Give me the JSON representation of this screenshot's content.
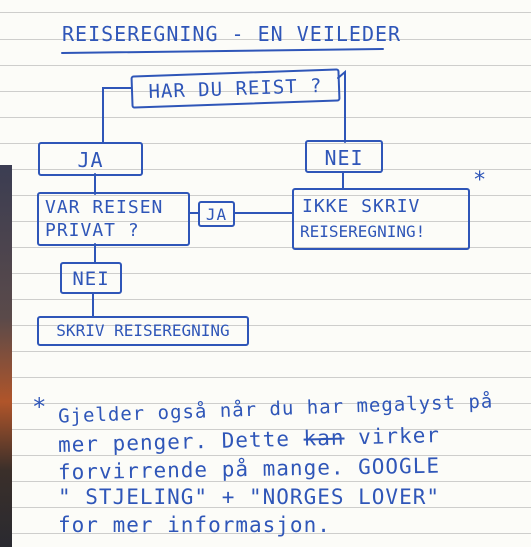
{
  "title": "REISEREGNING - EN VEILEDER",
  "nodes": {
    "har_du_reist": "HAR DU REIST ?",
    "ja_top": "JA",
    "nei_top": "NEI",
    "var_reisen_privat_line1": "VAR REISEN",
    "var_reisen_privat_line2": "PRIVAT ?",
    "ja_mid": "JA",
    "ikke_skriv_line1": "IKKE SKRIV",
    "ikke_skriv_line2": "REISEREGNING!",
    "nei_bottom": "NEI",
    "skriv_reiseregning": "SKRIV REISEREGNING"
  },
  "asterisk_mark": "*",
  "footnote": {
    "marker": "*",
    "line1": "Gjelder også når du har megalyst på",
    "line2_a": "mer penger. Dette",
    "line2_struck": "kan",
    "line2_b": "virker",
    "line3": "forvirrende på mange. GOOGLE",
    "line4": "\" STJELING\" + \"NORGES LOVER\"",
    "line5": "for mer informasjon."
  },
  "colors": {
    "ink": "#2f56b8",
    "paper": "#fcfcf8",
    "rule": "#969696"
  }
}
